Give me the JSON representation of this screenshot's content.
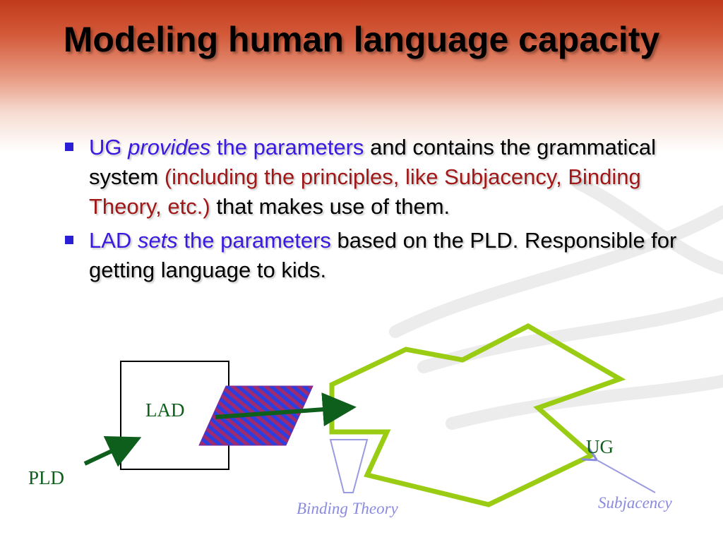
{
  "slide": {
    "title": "Modeling human language capacity"
  },
  "bullets": [
    {
      "ug": "UG",
      "provides": "provides",
      "the_parameters": "the parameters",
      "rest1": "and contains the grammatical system",
      "paren": "(including the principles, like Subjacency, Binding Theory, etc.)",
      "rest2": "that makes use of them."
    },
    {
      "lad": "LAD",
      "sets": "sets",
      "the_parameters": "the parameters",
      "rest": "based on the PLD. Responsible for getting language to kids."
    }
  ],
  "diagram": {
    "lad_label": "LAD",
    "pld_label": "PLD",
    "ug_label": "UG",
    "binding_theory_label": "Binding Theory",
    "subjacency_label": "Subjacency"
  },
  "colors": {
    "bullet_blue": "#3a19e0",
    "paren_red": "#a01818",
    "arrow_green": "#0e5e1c",
    "ug_outline": "#9acc14",
    "label_lavender": "#8a8ae0",
    "param_purple": "#7a2b9c",
    "param_blue": "#2b3fe0"
  }
}
